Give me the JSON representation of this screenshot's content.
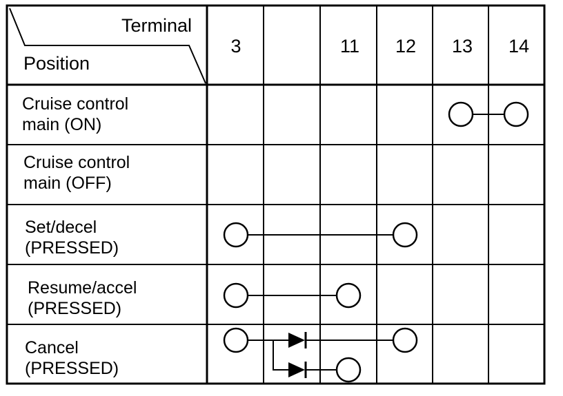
{
  "header": {
    "corner_top": "Terminal",
    "corner_bottom": "Position",
    "terminals": [
      "3",
      "",
      "11",
      "12",
      "13",
      "14"
    ]
  },
  "rows": [
    {
      "line1": "Cruise control",
      "line2": "main (ON)"
    },
    {
      "line1": "Cruise control",
      "line2": "main (OFF)"
    },
    {
      "line1": "Set/decel",
      "line2": "(PRESSED)"
    },
    {
      "line1": "Resume/accel",
      "line2": "(PRESSED)"
    },
    {
      "line1": "Cancel",
      "line2": "(PRESSED)"
    }
  ],
  "connections": [
    {
      "row": 0,
      "terminals": [
        "13",
        "14"
      ]
    },
    {
      "row": 2,
      "terminals": [
        "3",
        "12"
      ]
    },
    {
      "row": 3,
      "terminals": [
        "3",
        "11"
      ]
    },
    {
      "row": 4,
      "terminals": [
        "3",
        "12"
      ],
      "via": "diode"
    },
    {
      "row": 4,
      "terminals": [
        "3",
        "11"
      ],
      "via": "diode"
    }
  ]
}
